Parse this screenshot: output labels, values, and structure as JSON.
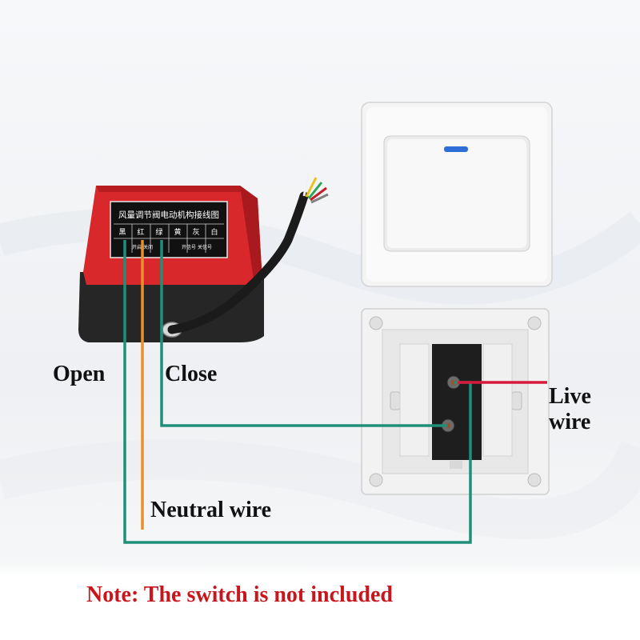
{
  "labels": {
    "open": "Open",
    "close": "Close",
    "live_line1": "Live",
    "live_line2": "wire",
    "neutral": "Neutral wire"
  },
  "note": "Note: The switch is not included",
  "actuator_plate": {
    "title": "风量调节阀电动机构接线图",
    "terminals": [
      "黑",
      "红",
      "绿",
      "黄",
      "灰",
      "白"
    ],
    "sub_left": "开启 关闭",
    "sub_right": "开信号 关信号"
  },
  "colors": {
    "wire_green": "#1f8f7a",
    "wire_orange": "#e8902e",
    "wire_red": "#d81a3a",
    "note_red": "#c9161d",
    "actuator_red": "#d8282c",
    "actuator_black": "#2a2a2a"
  }
}
